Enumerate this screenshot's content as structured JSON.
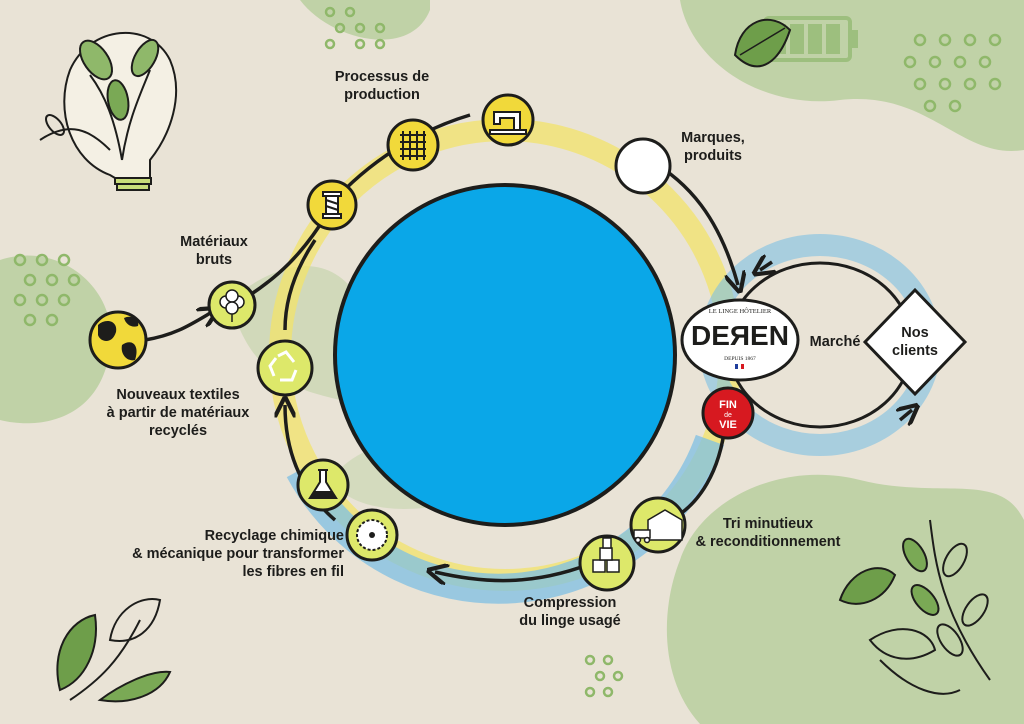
{
  "colors": {
    "background": "#e9e3d6",
    "blob_green": "#b9cf9f",
    "center_blue": "#0aa7e8",
    "ring_yellow": "#f1e36a",
    "ring_blue": "#7dbfe3",
    "node_fill": "#dde86a",
    "end_of_life_red": "#d71920"
  },
  "labels": {
    "raw_materials": "Matériaux\nbruts",
    "production": "Processus de\nproduction",
    "brands": "Marques,\nproduits",
    "market": "Marché",
    "clients": "Nos\nclients",
    "sorting": "Tri minutieux\n& reconditionnement",
    "compression": "Compression\ndu linge usagé",
    "recycling": "Recyclage chimique\n& mécanique pour transformer\nles fibres en fil",
    "new_textiles": "Nouveaux textiles\nà partir de matériaux\nrecyclés"
  },
  "brand": {
    "tagline": "LE LINGE HÔTELIER",
    "name": "DEЯEN",
    "since": "DEPUIS 1867"
  },
  "end_of_life": {
    "line1": "FIN",
    "line2": "de",
    "line3": "VIE"
  },
  "icons": [
    "earth-icon",
    "cotton-flower-icon",
    "thread-spool-icon",
    "weaving-icon",
    "sewing-machine-icon",
    "recycle-icon",
    "flask-icon",
    "saw-blade-icon",
    "boxes-icon",
    "warehouse-truck-icon",
    "lightbulb-plant-icon",
    "battery-icon",
    "leaf-icon"
  ]
}
